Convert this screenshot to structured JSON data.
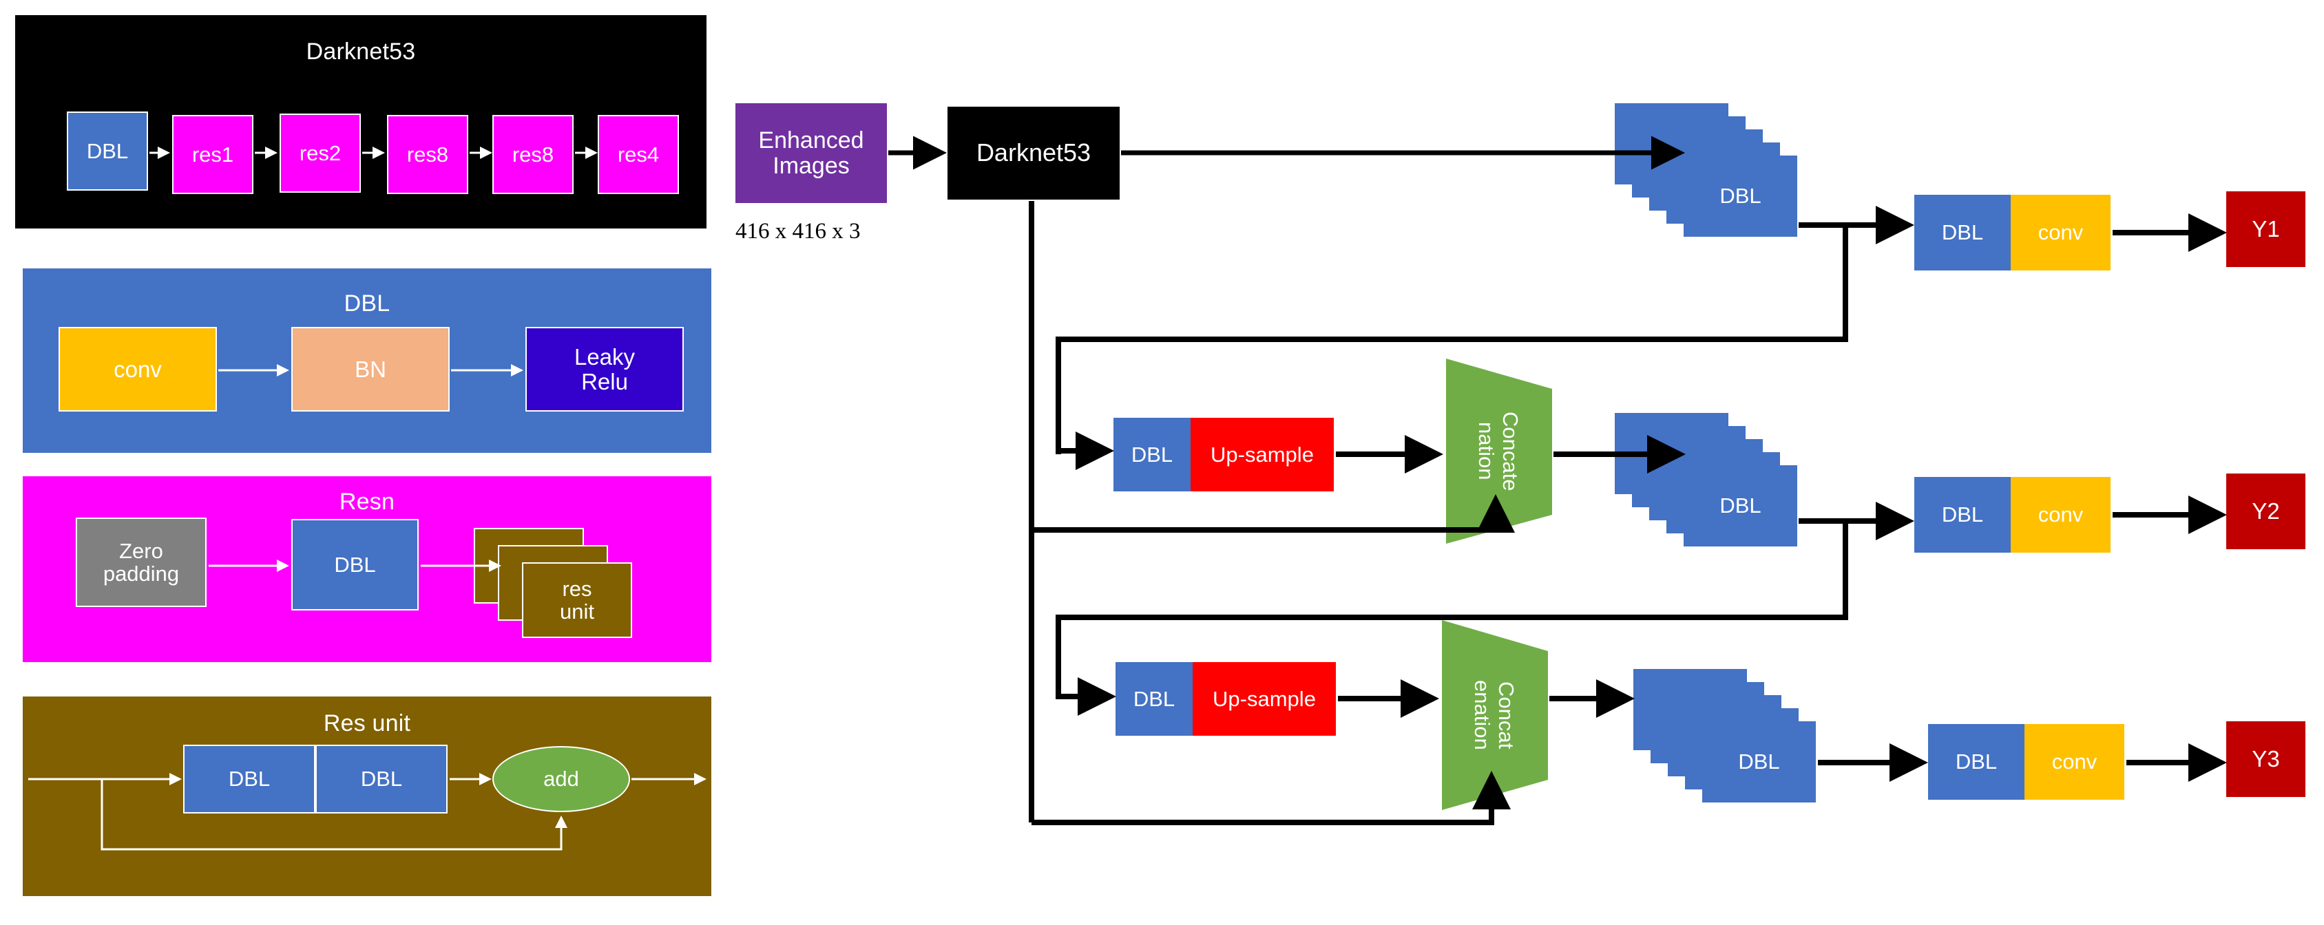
{
  "figure": {
    "type": "diagram",
    "description": "YOLOv3 / Darknet53 network architecture block diagram with legend panels"
  },
  "legend": {
    "darknet53": {
      "title": "Darknet53",
      "blocks": [
        {
          "label": "DBL",
          "color": "#4472C4"
        },
        {
          "label": "res1",
          "color": "#FF00FF"
        },
        {
          "label": "res2",
          "color": "#FF00FF"
        },
        {
          "label": "res8",
          "color": "#FF00FF"
        },
        {
          "label": "res8",
          "color": "#FF00FF"
        },
        {
          "label": "res4",
          "color": "#FF00FF"
        }
      ]
    },
    "dbl": {
      "title": "DBL",
      "panel_color": "#4472C4",
      "blocks": [
        {
          "label": "conv",
          "color": "#FFC000"
        },
        {
          "label": "BN",
          "color": "#F4B183"
        },
        {
          "label": "Leaky Relu",
          "line1": "Leaky",
          "line2": "Relu",
          "color": "#3300CC"
        }
      ]
    },
    "resn": {
      "title": "Resn",
      "panel_color": "#FF00FF",
      "blocks": [
        {
          "label": "Zero padding",
          "line1": "Zero",
          "line2": "padding",
          "color": "#808080"
        },
        {
          "label": "DBL",
          "color": "#4472C4"
        },
        {
          "label": "res unit",
          "line1": "res",
          "line2": "unit",
          "color": "#806000",
          "stacked": 3
        }
      ]
    },
    "res_unit": {
      "title": "Res unit",
      "panel_color": "#806000",
      "blocks": [
        {
          "label": "DBL",
          "color": "#4472C4"
        },
        {
          "label": "DBL",
          "color": "#4472C4"
        },
        {
          "label": "add",
          "color": "#70AD47",
          "shape": "ellipse"
        }
      ]
    }
  },
  "main": {
    "input": {
      "label": "Enhanced Images",
      "line1": "Enhanced",
      "line2": "Images",
      "color": "#7030A0",
      "caption": "416 x 416 x 3"
    },
    "backbone": {
      "label": "Darknet53",
      "color": "#000000"
    },
    "branches": [
      {
        "name": "branch-1",
        "stack_label": "DBL",
        "stack_count": 5,
        "head": [
          {
            "label": "DBL",
            "color": "#4472C4"
          },
          {
            "label": "conv",
            "color": "#FFC000"
          }
        ],
        "output": {
          "label": "Y1",
          "color": "#C00000"
        }
      },
      {
        "name": "branch-2",
        "pre": [
          {
            "label": "DBL",
            "color": "#4472C4"
          },
          {
            "label": "Up-sample",
            "color": "#FF0000"
          }
        ],
        "concat": {
          "label": "Concatenation",
          "line1": "Concate",
          "line2": "nation",
          "color": "#70AD47"
        },
        "stack_label": "DBL",
        "stack_count": 5,
        "head": [
          {
            "label": "DBL",
            "color": "#4472C4"
          },
          {
            "label": "conv",
            "color": "#FFC000"
          }
        ],
        "output": {
          "label": "Y2",
          "color": "#C00000"
        }
      },
      {
        "name": "branch-3",
        "pre": [
          {
            "label": "DBL",
            "color": "#4472C4"
          },
          {
            "label": "Up-sample",
            "color": "#FF0000"
          }
        ],
        "concat": {
          "label": "Concatenation",
          "line1": "Concat",
          "line2": "enation",
          "color": "#70AD47"
        },
        "stack_label": "DBL",
        "stack_count": 5,
        "head": [
          {
            "label": "DBL",
            "color": "#4472C4"
          },
          {
            "label": "conv",
            "color": "#FFC000"
          }
        ],
        "output": {
          "label": "Y3",
          "color": "#C00000"
        }
      }
    ]
  },
  "colors": {
    "blue": "#4472C4",
    "magenta": "#FF00FF",
    "yellow": "#FFC000",
    "peach": "#F4B183",
    "indigo": "#3300CC",
    "grey": "#808080",
    "olive": "#806000",
    "green": "#70AD47",
    "purple": "#7030A0",
    "red": "#FF0000",
    "dark_red": "#C00000",
    "black": "#000000",
    "white": "#FFFFFF"
  }
}
